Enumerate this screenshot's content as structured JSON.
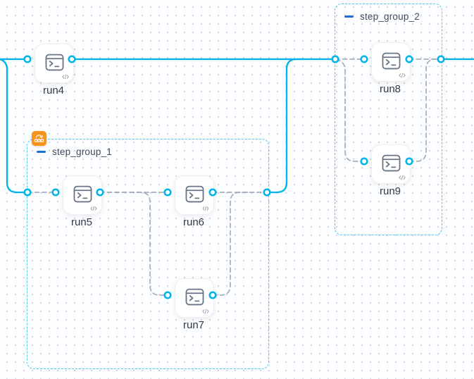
{
  "app": {
    "view": "workflow graph canvas"
  },
  "colors": {
    "edge_solid": "#00b3e8",
    "edge_dashed": "#a6aebb",
    "group_border": "#49c9ef",
    "port_ring": "#00b3e8",
    "group_badge_bg": "#f7941e",
    "collapse_minus": "#1a6fd4"
  },
  "nodes": [
    {
      "id": "run4",
      "label": "run4",
      "icon": "terminal-icon",
      "badge": "code-icon"
    },
    {
      "id": "run5",
      "label": "run5",
      "icon": "terminal-icon",
      "badge": "code-icon"
    },
    {
      "id": "run6",
      "label": "run6",
      "icon": "terminal-icon",
      "badge": "code-icon"
    },
    {
      "id": "run7",
      "label": "run7",
      "icon": "terminal-icon",
      "badge": "code-icon"
    },
    {
      "id": "run8",
      "label": "run8",
      "icon": "terminal-icon",
      "badge": "code-icon"
    },
    {
      "id": "run9",
      "label": "run9",
      "icon": "terminal-icon",
      "badge": "code-icon"
    }
  ],
  "groups": [
    {
      "id": "step_group_1",
      "label": "step_group_1",
      "collapse_icon": "minus-icon",
      "badge_icon": "matrix-loop-icon"
    },
    {
      "id": "step_group_2",
      "label": "step_group_2",
      "collapse_icon": "minus-icon"
    }
  ]
}
